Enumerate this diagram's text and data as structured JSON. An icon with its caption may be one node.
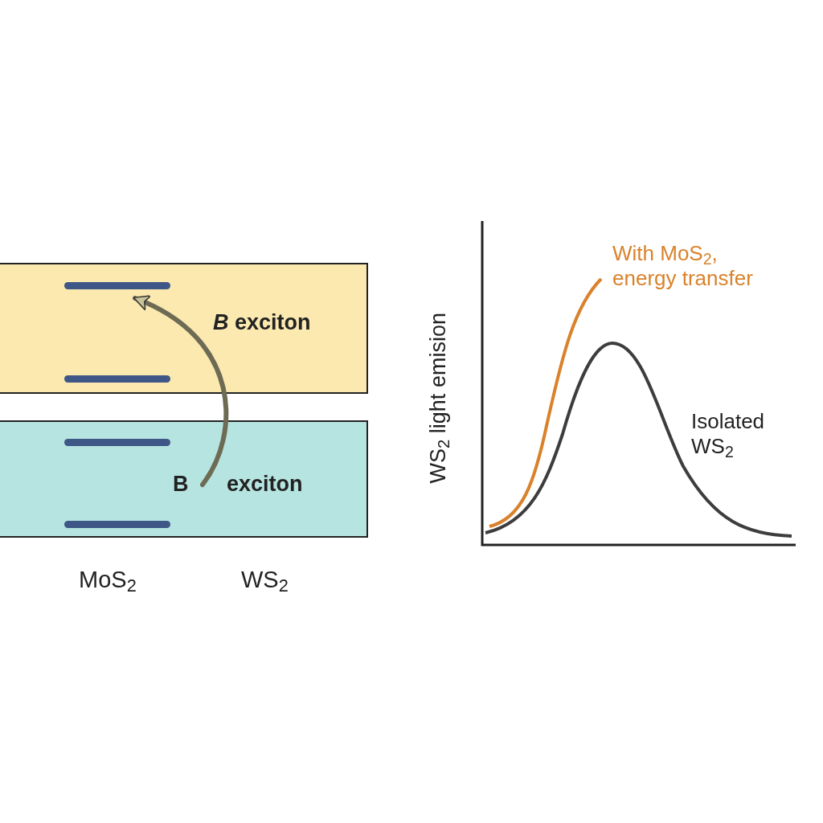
{
  "diagram": {
    "nodes": [
      {
        "text": [
          "*B* exciton"
        ]
      },
      {
        "text": [],
        "shape": "bar",
        "in": 0
      },
      {
        "text": [],
        "shape": "bar",
        "in": 0
      },
      {
        "text": [
          "B exciton"
        ]
      },
      {
        "text": [],
        "shape": "bar",
        "in": 3
      },
      {
        "text": [],
        "shape": "bar",
        "in": 3
      }
    ],
    "edges": [
      {
        "from": null,
        "to": 1,
        "arrow": "to"
      }
    ],
    "labels": [
      "MoS$_{2}$",
      "WS$_{2}$",
      "WS$_{2}$ light emision",
      "With MoS$_{2}$, energy transfer",
      "Isolated WS$_{2}$"
    ]
  }
}
